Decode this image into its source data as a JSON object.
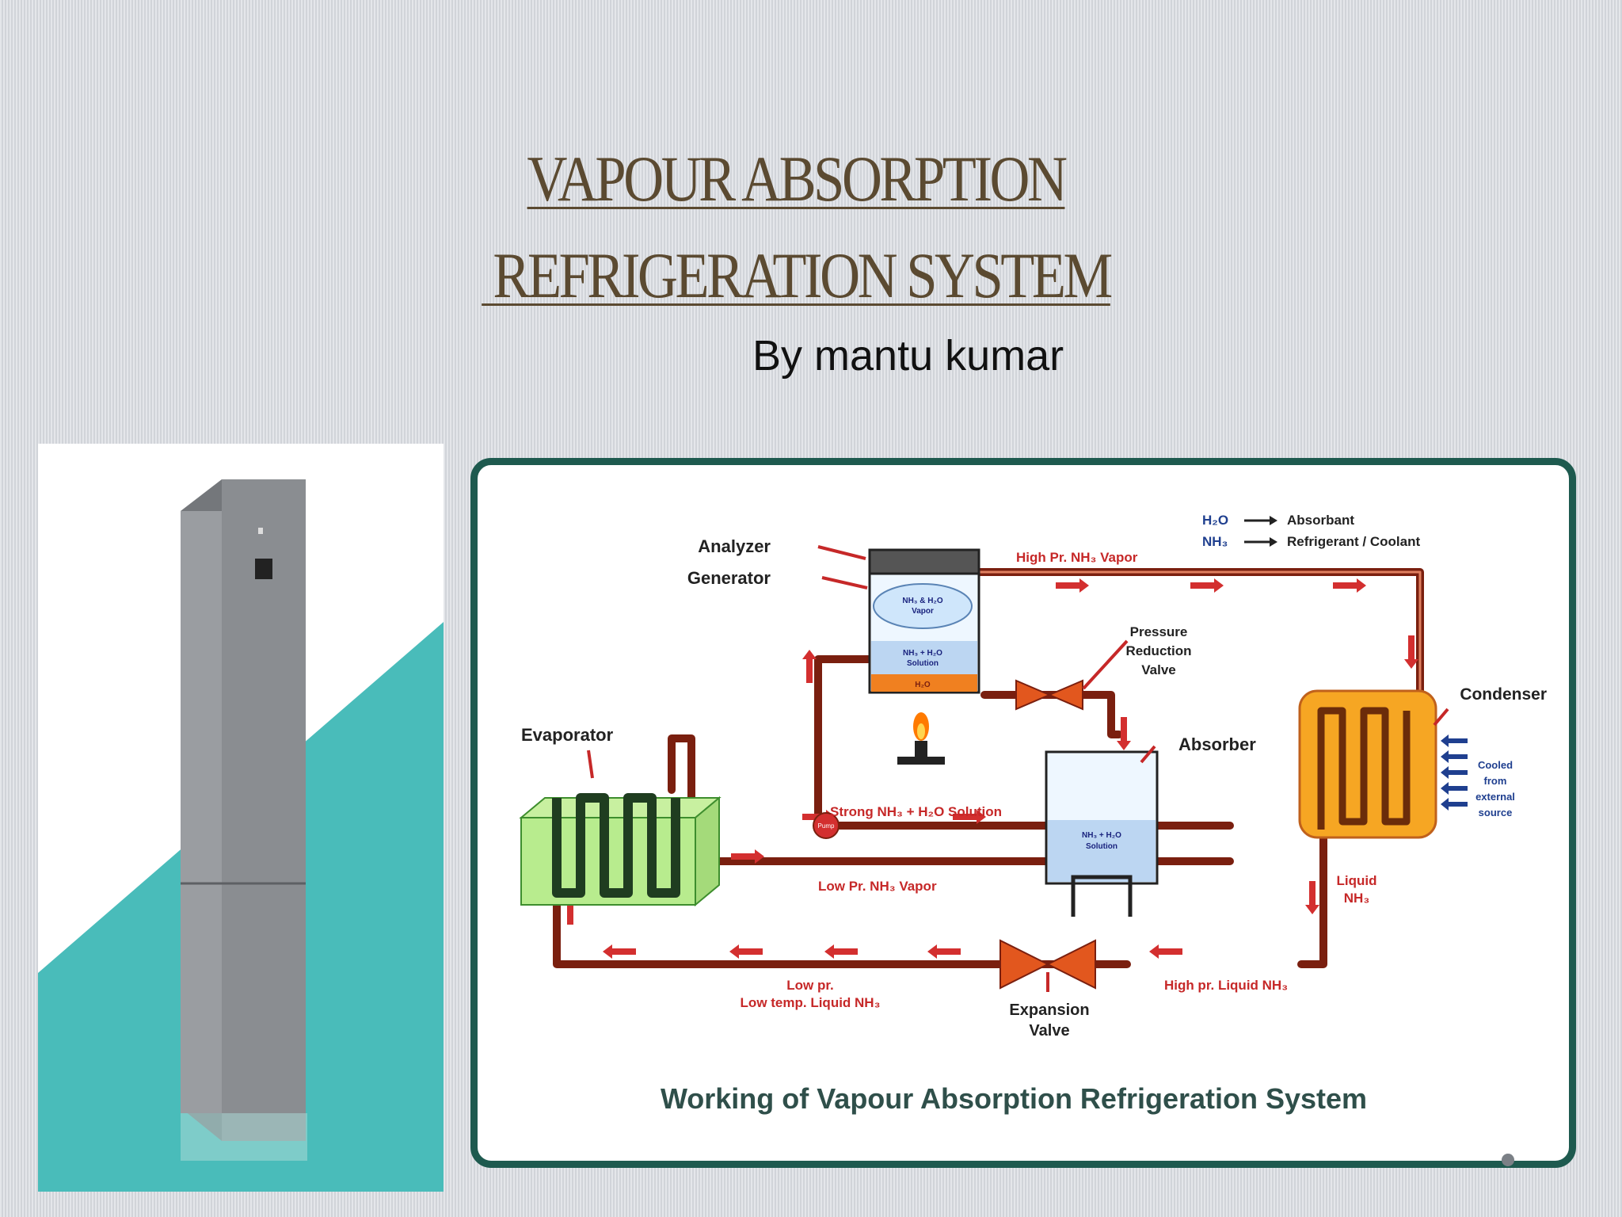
{
  "slide": {
    "title_line1": "VAPOUR ABSORPTION",
    "title_line2": " REFRIGERATION SYSTEM",
    "byline": "By mantu kumar"
  },
  "colors": {
    "title": "#5b4a31",
    "frame": "#1e5a4f",
    "teal": "#49bcba",
    "pipe": "#7a1f0f",
    "label_red": "#c62828",
    "label_dark": "#222222",
    "legend_blue": "#1f3f8f"
  },
  "photo": {
    "description_icon": "fridge-photo"
  },
  "diagram": {
    "legend": {
      "h2o": "H₂O",
      "h2o_meaning": "Absorbant",
      "nh3": "NH₃",
      "nh3_meaning": "Refrigerant / Coolant"
    },
    "labels": {
      "analyzer": "Analyzer",
      "generator": "Generator",
      "vapor_in_generator_1": "NH₃ & H₂O",
      "vapor_in_generator_2": "Vapor",
      "solution_in_generator_1": "NH₃ + H₂O",
      "solution_in_generator_2": "Solution",
      "water": "H₂O",
      "high_pr_vapor": "High Pr. NH₃ Vapor",
      "pressure_valve_1": "Pressure",
      "pressure_valve_2": "Reduction",
      "pressure_valve_3": "Valve",
      "condenser": "Condenser",
      "cooled_1": "Cooled",
      "cooled_2": "from",
      "cooled_3": "external",
      "cooled_4": "source",
      "evaporator": "Evaporator",
      "absorber": "Absorber",
      "strong_solution": "Strong NH₃ + H₂O Solution",
      "pump": "Pump",
      "absorber_solution_1": "NH₃ + H₂O",
      "absorber_solution_2": "Solution",
      "low_pr_vapor": "Low Pr. NH₃ Vapor",
      "liquid_1": "Liquid",
      "liquid_2": "NH₃",
      "low_pr_1": "Low pr.",
      "low_pr_2": "Low temp. Liquid NH₃",
      "high_pr_liquid": "High pr. Liquid NH₃",
      "expansion_1": "Expansion",
      "expansion_2": "Valve"
    },
    "caption": "Working of Vapour Absorption Refrigeration System"
  }
}
